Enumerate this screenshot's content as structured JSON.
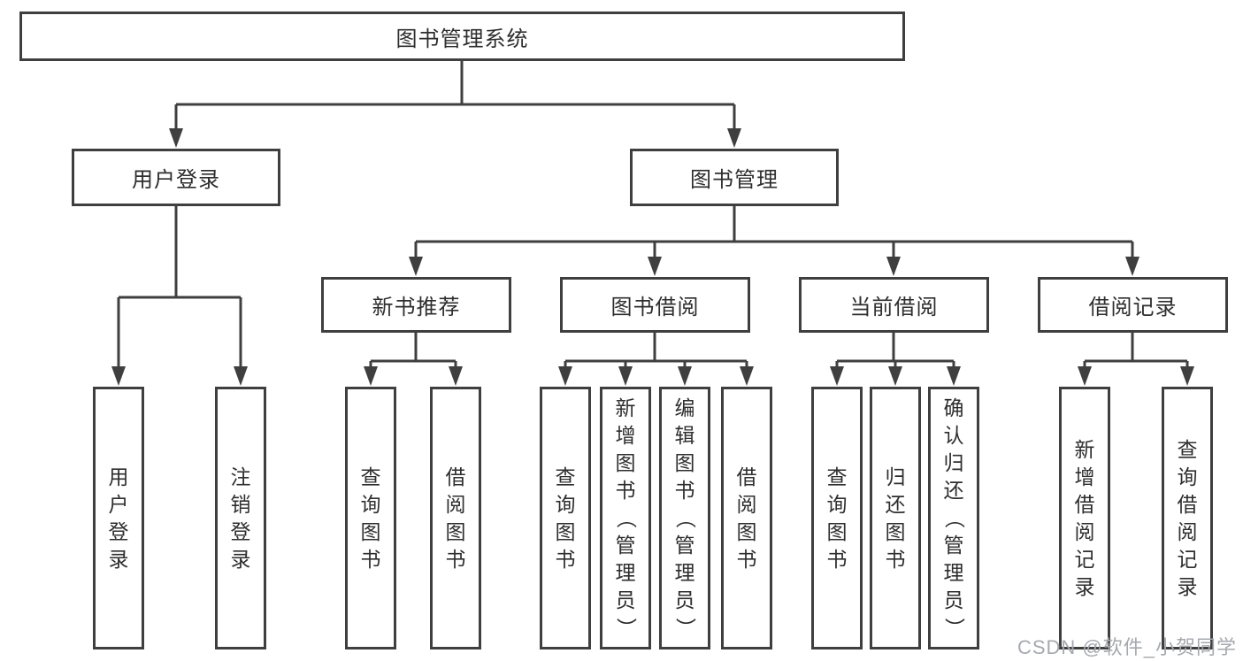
{
  "tree": {
    "root": {
      "label": "图书管理系统"
    },
    "branches": [
      {
        "label": "用户登录",
        "children": [
          {
            "label": "用户登录"
          },
          {
            "label": "注销登录"
          }
        ]
      },
      {
        "label": "图书管理",
        "children": [
          {
            "label": "新书推荐",
            "children": [
              {
                "label": "查询图书"
              },
              {
                "label": "借阅图书"
              }
            ]
          },
          {
            "label": "图书借阅",
            "children": [
              {
                "label": "查询图书"
              },
              {
                "label": "新增图书（管理员）"
              },
              {
                "label": "编辑图书（管理员）"
              },
              {
                "label": "借阅图书"
              }
            ]
          },
          {
            "label": "当前借阅",
            "children": [
              {
                "label": "查询图书"
              },
              {
                "label": "归还图书"
              },
              {
                "label": "确认归还（管理员）"
              }
            ]
          },
          {
            "label": "借阅记录",
            "children": [
              {
                "label": "新增借阅记录"
              },
              {
                "label": "查询借阅记录"
              }
            ]
          }
        ]
      }
    ]
  },
  "watermark": "CSDN @软件_小贺同学",
  "colors": {
    "line": "#3f3f3f",
    "text": "#2e2e2e",
    "watermark": "#a5a9ae",
    "background": "#ffffff"
  }
}
